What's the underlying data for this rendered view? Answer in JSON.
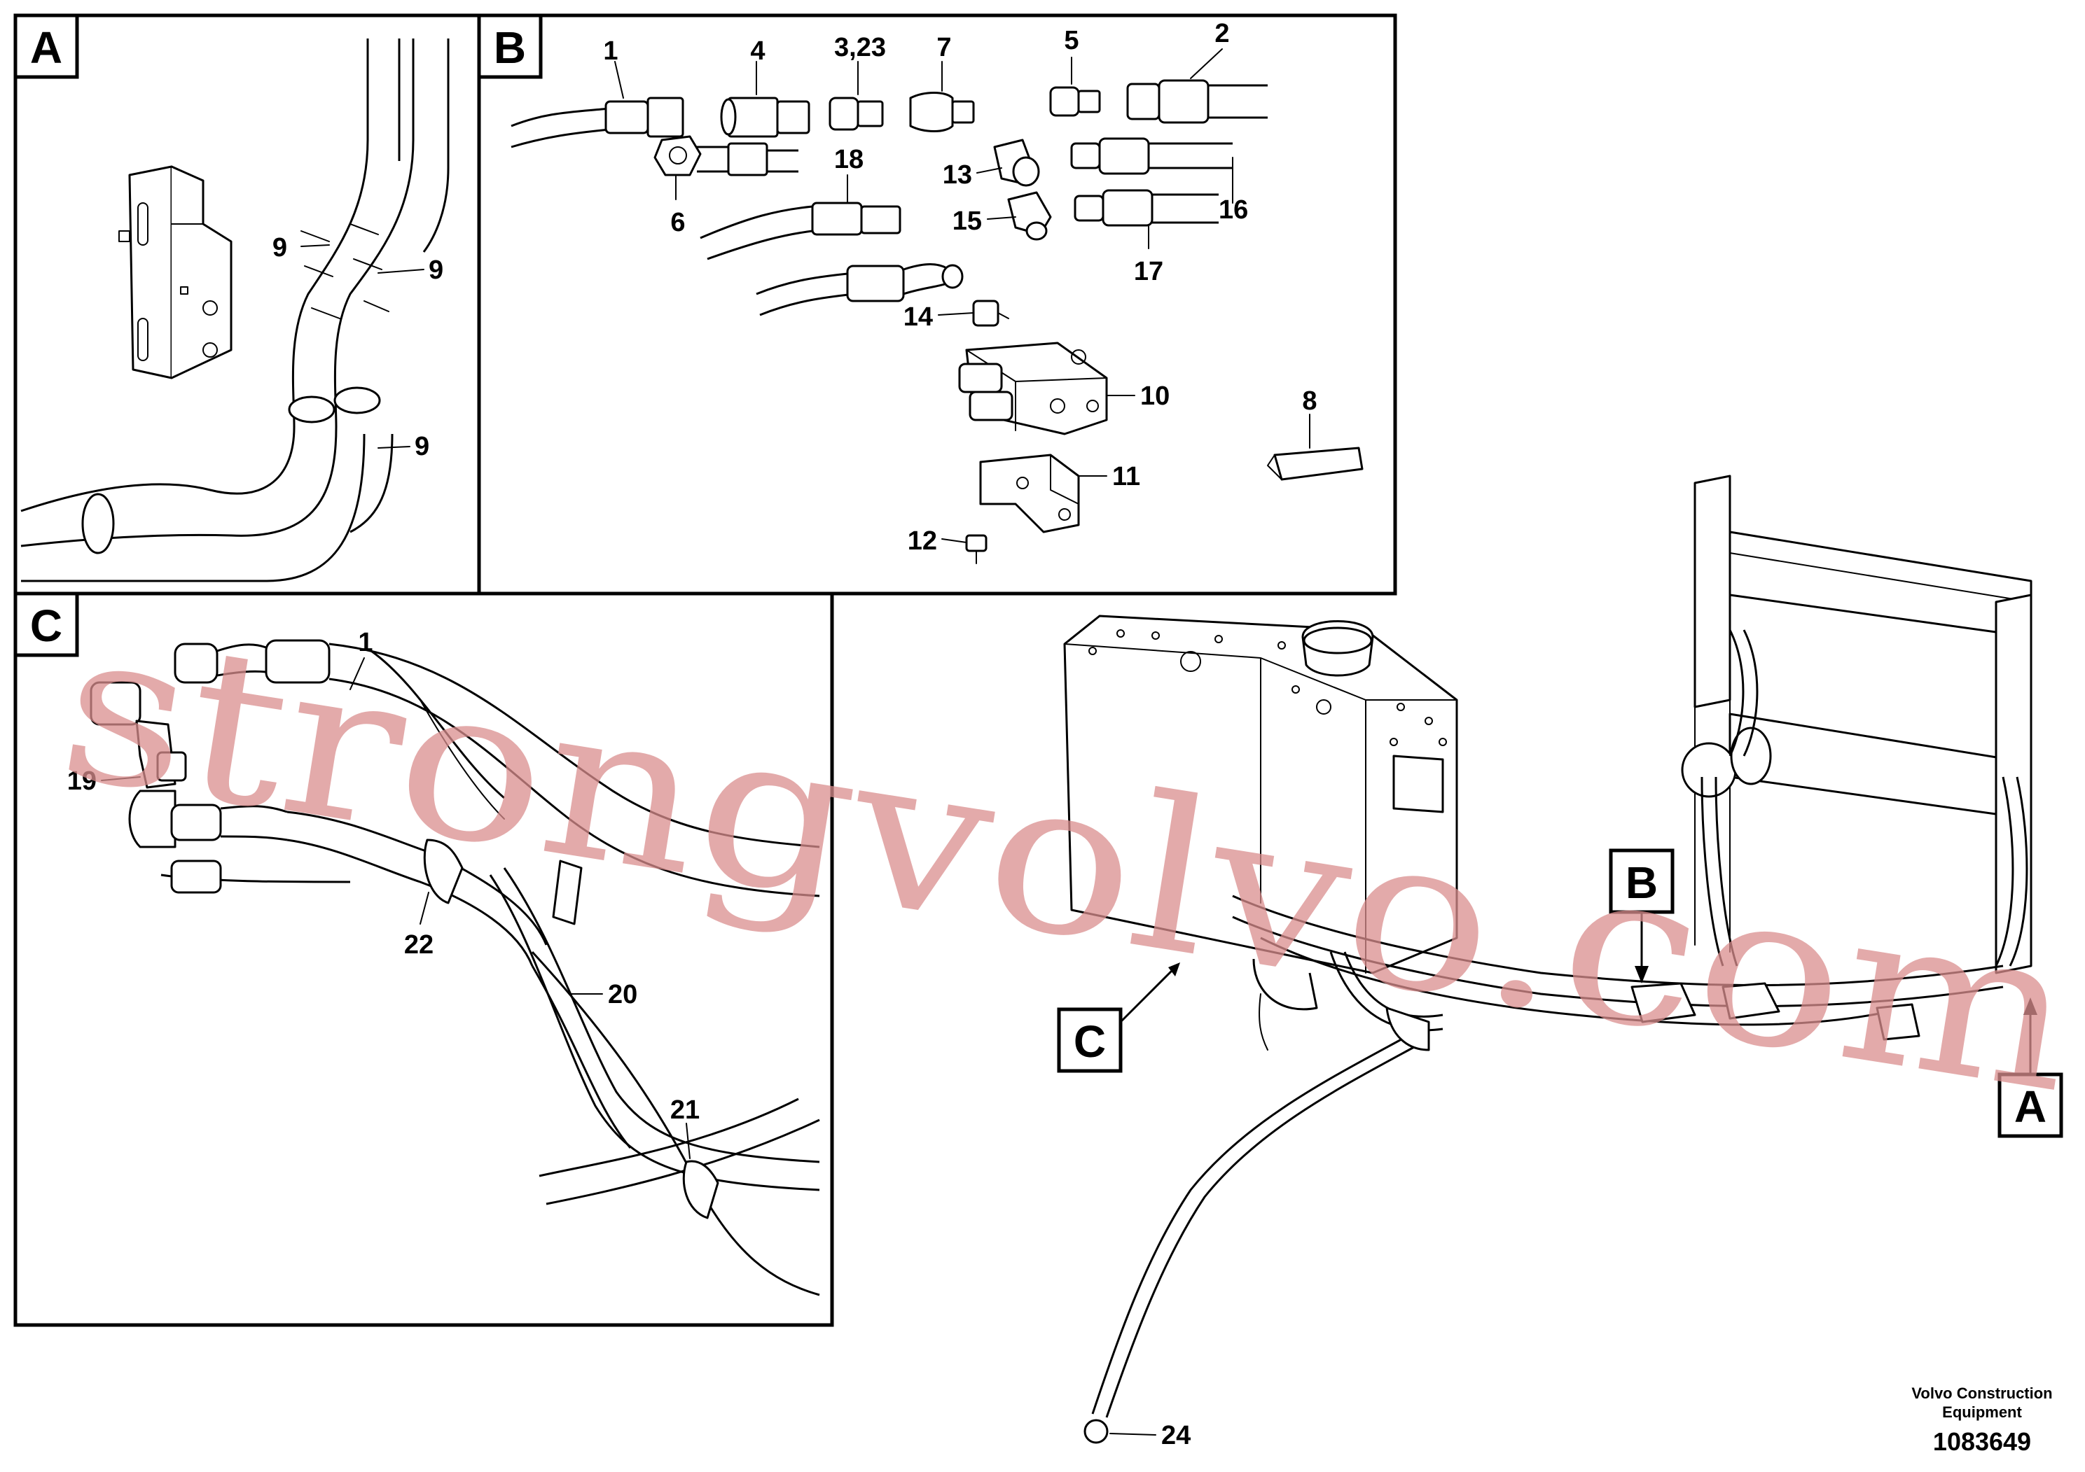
{
  "panels": {
    "a": {
      "tag": "A",
      "callouts": [
        "9",
        "9",
        "9"
      ]
    },
    "b": {
      "tag": "B",
      "callouts": [
        "1",
        "4",
        "3,23",
        "7",
        "5",
        "2",
        "6",
        "18",
        "13",
        "15",
        "16",
        "17",
        "14",
        "10",
        "8",
        "11",
        "12"
      ]
    },
    "c": {
      "tag": "C",
      "callouts": [
        "1",
        "19",
        "22",
        "20",
        "21"
      ]
    }
  },
  "overview": {
    "view_tags": [
      "B",
      "C",
      "A"
    ],
    "callouts": [
      "24"
    ]
  },
  "watermark": "strongvolvo.com",
  "footer": {
    "company_line1": "Volvo Construction",
    "company_line2": "Equipment",
    "drawing_number": "1083649"
  }
}
